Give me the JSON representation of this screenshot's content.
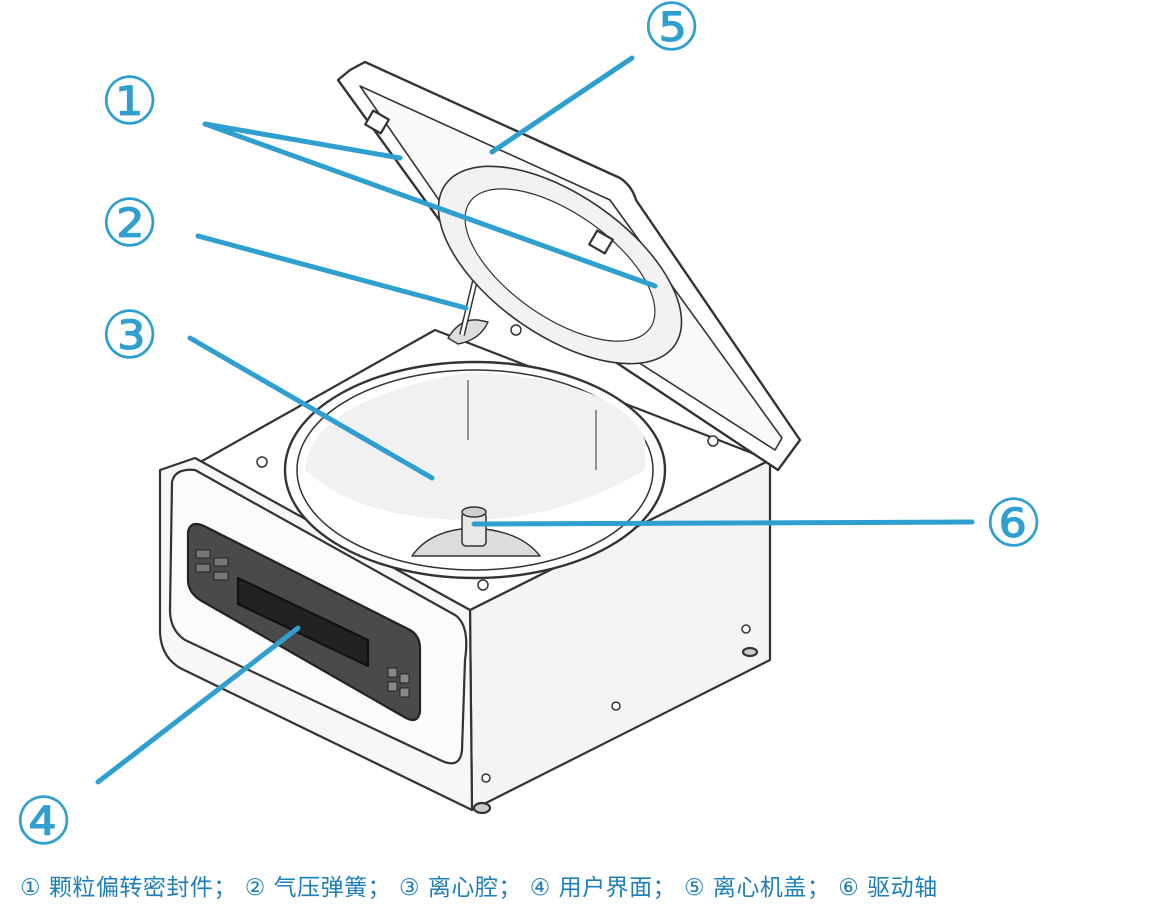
{
  "callouts": [
    {
      "number": "①",
      "label": "颗粒偏转密封件"
    },
    {
      "number": "②",
      "label": "气压弹簧"
    },
    {
      "number": "③",
      "label": "离心腔"
    },
    {
      "number": "④",
      "label": "用户界面"
    },
    {
      "number": "⑤",
      "label": "离心机盖"
    },
    {
      "number": "⑥",
      "label": "驱动轴"
    }
  ],
  "caption": "① 颗粒偏转密封件； ② 气压弹簧； ③ 离心腔； ④ 用户界面； ⑤ 离心机盖； ⑥ 驱动轴",
  "colors": {
    "accent": "#2f9fd0",
    "caption": "#1e7fb8",
    "line": "#333333"
  }
}
